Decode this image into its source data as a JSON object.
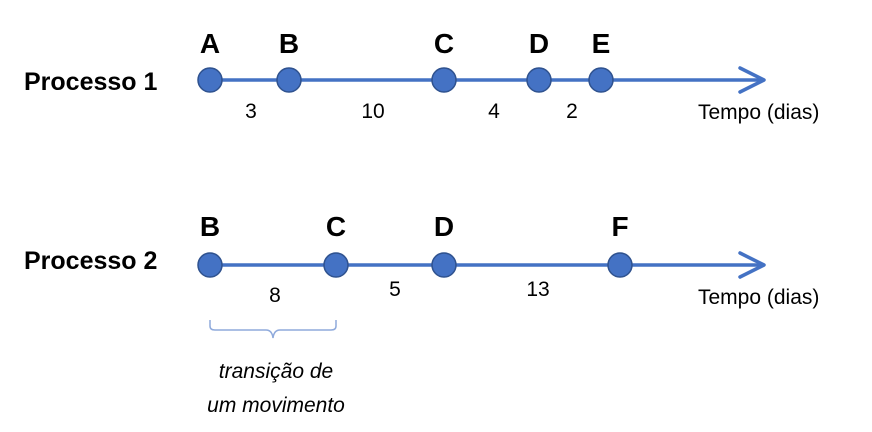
{
  "processes": [
    {
      "label": "Processo 1",
      "axis_label": "Tempo (dias)",
      "events": [
        "A",
        "B",
        "C",
        "D",
        "E"
      ],
      "intervals": [
        "3",
        "10",
        "4",
        "2"
      ]
    },
    {
      "label": "Processo 2",
      "axis_label": "Tempo (dias)",
      "events": [
        "B",
        "C",
        "D",
        "F"
      ],
      "intervals": [
        "8",
        "5",
        "13"
      ]
    }
  ],
  "annotation": {
    "line1": "transição de",
    "line2": "um movimento"
  },
  "colors": {
    "line": "#4472C4",
    "brace": "#8FAADC"
  }
}
